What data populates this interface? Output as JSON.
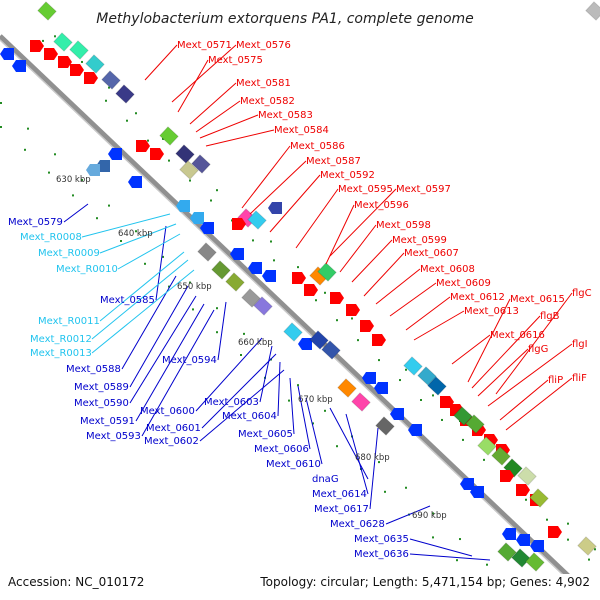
{
  "title": "Methylobacterium extorquens PA1, complete genome",
  "footer": {
    "accession": "Accession: NC_010172",
    "topology": "Topology: circular; Length: 5,471,154 bp; Genes: 4,902"
  },
  "colors": {
    "forward_label": "#ee0000",
    "reverse_label": "#0000cc",
    "rna_label": "#22c4ee",
    "backbone": "#909090",
    "dots": "#228b22"
  },
  "ticks": [
    "630 kbp",
    "640 kbp",
    "650 kbp",
    "660 kbp",
    "670 kbp",
    "680 kbp",
    "690 kbp"
  ],
  "labels_forward": [
    "Mext_0571",
    "Mext_0576",
    "Mext_0575",
    "Mext_0581",
    "Mext_0582",
    "Mext_0583",
    "Mext_0584",
    "Mext_0586",
    "Mext_0587",
    "Mext_0592",
    "Mext_0595",
    "Mext_0597",
    "Mext_0596",
    "Mext_0598",
    "Mext_0599",
    "Mext_0607",
    "Mext_0608",
    "Mext_0609",
    "Mext_0612",
    "Mext_0615",
    "flgC",
    "Mext_0613",
    "flgB",
    "Mext_0616",
    "flgG",
    "flgI",
    "fliP",
    "fliF"
  ],
  "labels_reverse": [
    "Mext_0579",
    "Mext_0585",
    "Mext_0588",
    "Mext_0589",
    "Mext_0594",
    "Mext_0590",
    "Mext_0591",
    "Mext_0593",
    "Mext_0600",
    "Mext_0603",
    "Mext_0601",
    "Mext_0604",
    "Mext_0602",
    "Mext_0605",
    "Mext_0606",
    "Mext_0610",
    "dnaG",
    "Mext_0614",
    "Mext_0617",
    "Mext_0628",
    "Mext_0635",
    "Mext_0636"
  ],
  "labels_rna": [
    "Mext_R0008",
    "Mext_R0009",
    "Mext_R0010",
    "Mext_R0011",
    "Mext_R0012",
    "Mext_R0013"
  ]
}
